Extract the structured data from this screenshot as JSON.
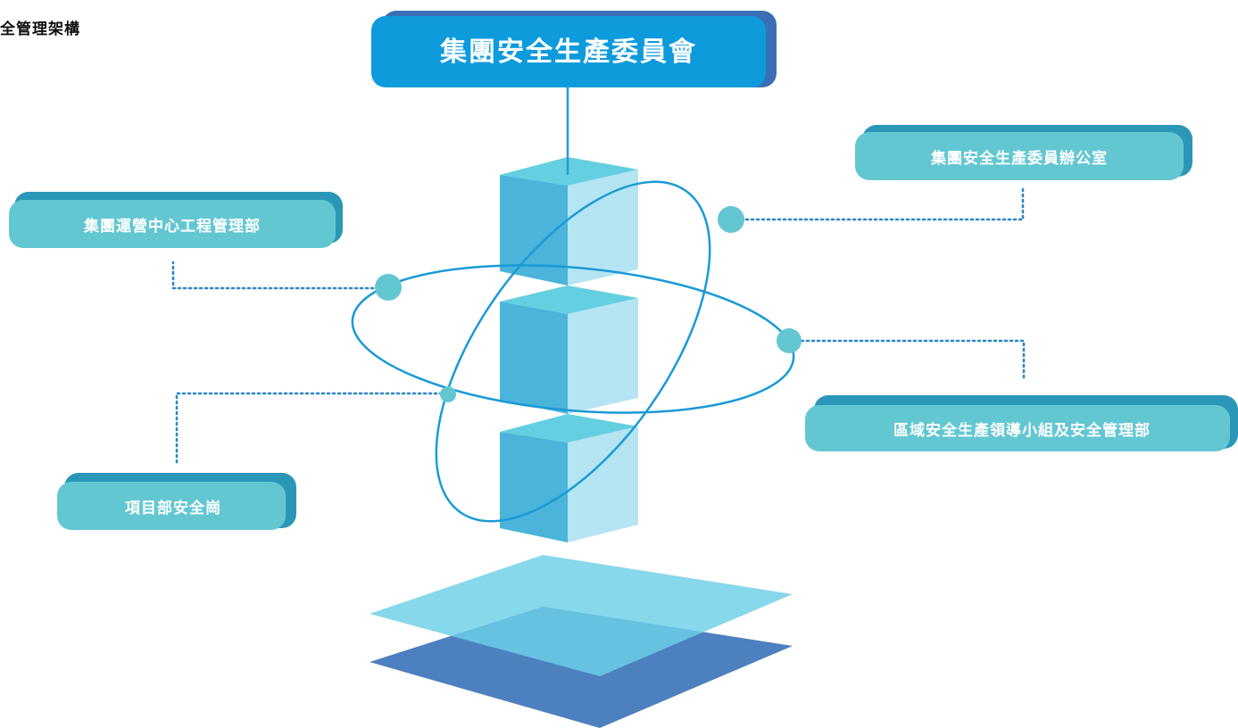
{
  "page_title": "全管理架構",
  "nodes": {
    "top": "集團安全生產委員會",
    "office": "集團安全生產委員辦公室",
    "engineering": "集團運營中心工程管理部",
    "regional": "區域安全生產領導小組及安全管理部",
    "project": "項目部安全崗"
  },
  "colors": {
    "top_box": "#0e9bdb",
    "top_box_shadow": "#3a6fb5",
    "label_box": "#63c7d2",
    "label_box_shadow": "#2b97b8",
    "orbit_line": "#1a9ad6",
    "dot": "#63c7d2",
    "connector": "#2e86c6",
    "cube_left": "#4ab4da",
    "cube_right": "#b5e4f3",
    "cube_top": "#63cfe0",
    "plate_top": "#6dd0e6",
    "plate_bottom": "#3a72b8"
  }
}
